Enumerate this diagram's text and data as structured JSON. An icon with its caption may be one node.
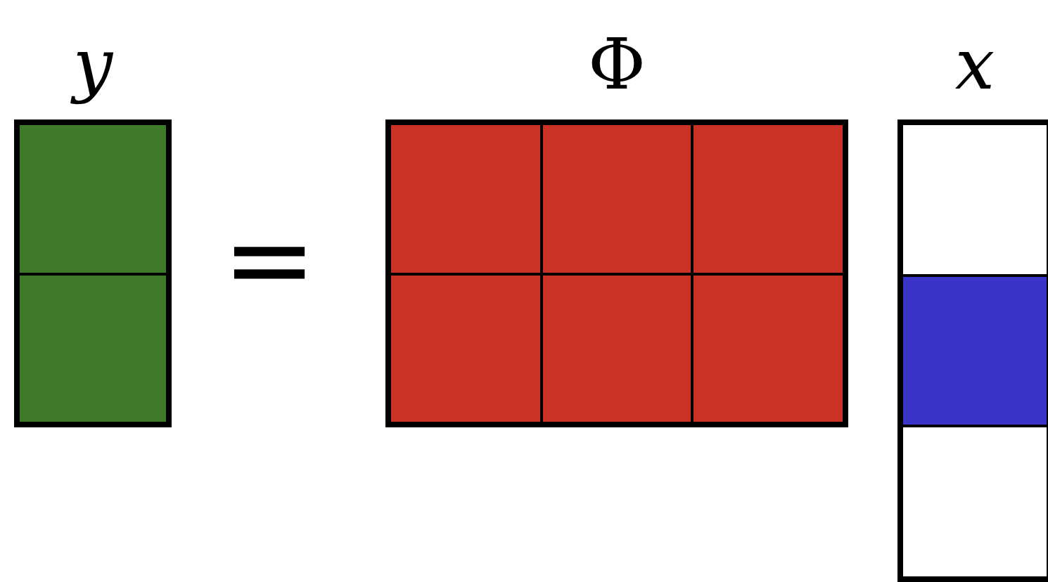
{
  "diagram": {
    "nodes": [
      {
        "text": [
          "y"
        ]
      },
      {
        "text": [],
        "shape": "box",
        "in": 0
      },
      {
        "text": [],
        "shape": "box",
        "in": 0
      },
      {
        "text": [
          "Φ"
        ]
      },
      {
        "text": [],
        "shape": "box",
        "in": 3
      },
      {
        "text": [],
        "shape": "box",
        "in": 3
      },
      {
        "text": [],
        "shape": "box",
        "in": 3
      },
      {
        "text": [],
        "shape": "box",
        "in": 3
      },
      {
        "text": [],
        "shape": "box",
        "in": 3
      },
      {
        "text": [],
        "shape": "box",
        "in": 3
      },
      {
        "text": [
          "x"
        ]
      },
      {
        "text": [],
        "shape": "box",
        "in": 10
      },
      {
        "text": [],
        "shape": "box",
        "in": 10
      },
      {
        "text": [],
        "shape": "box",
        "in": 10
      }
    ],
    "labels": [
      "="
    ]
  }
}
